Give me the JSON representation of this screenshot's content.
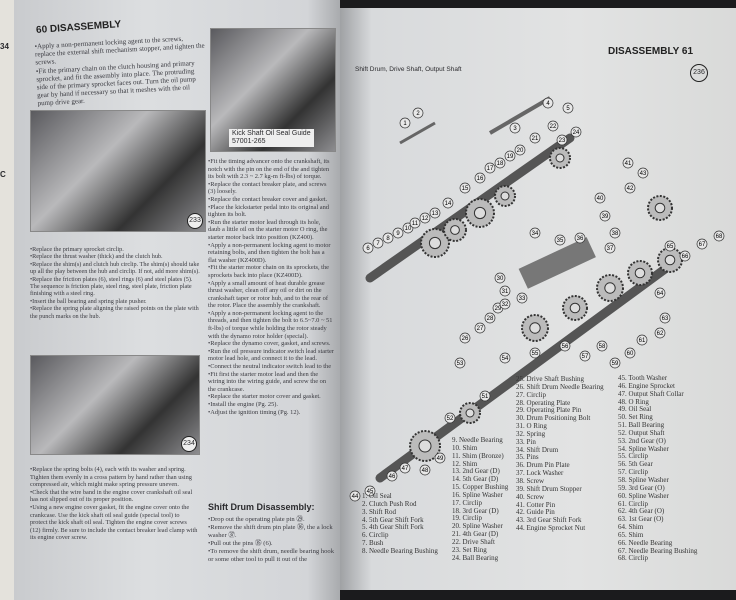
{
  "edge_page": {
    "number": "34",
    "letter": "C"
  },
  "left_page": {
    "header": "60 DISASSEMBLY",
    "intro": [
      "•Apply a non-permanent locking agent to the screws, replace the external shift mechanism stopper, and tighten the screws.",
      "•Fit the primary chain on the clutch housing and primary sprocket, and fit the assembly into place. The protruding side of the primary sprocket faces out. Turn the oil pump gear by hand if necessary so that it meshes with the oil pump drive gear."
    ],
    "photo1_num": "233",
    "photo2_num": "234",
    "photo3_caption": "Kick Shaft Oil Seal Guide",
    "photo3_part": "57001-265",
    "clutch_steps": [
      "•Replace the primary sprocket circlip.",
      "•Replace the thrust washer (thick) and the clutch hub.",
      "•Replace the shim(s) and clutch hub circlip. The shim(s) should take up all the play between the hub and circlip. If not, add more shim(s).",
      "•Replace the friction plates (6), steel rings (6) and steel plates (5). The sequence is friction plate, steel ring, steel plate, friction plate finishing with a steel ring.",
      "•Insert the ball bearing and spring plate pusher.",
      "•Replace the spring plate aligning the raised points on the plate with the punch marks on the hub."
    ],
    "cover_steps": [
      "•Replace the spring bolts (4), each with its washer and spring. Tighten them evenly in a cross pattern by hand rather than using compressed air, which might make spring pressure uneven.",
      "•Check that the wire band in the engine cover crankshaft oil seal has not slipped out of its proper position.",
      "•Using a new engine cover gasket, fit the engine cover onto the crankcase. Use the kick shaft oil seal guide (special tool) to protect the kick shaft oil seal. Tighten the engine cover screws (12) firmly. Be sure to include the contact breaker lead clamp with its engine cover screw."
    ],
    "right_col_steps": [
      "•Fit the timing advancer onto the crankshaft, its notch with the pin on the end of the and tighten its bolt with 2.3 ~ 2.7 kg-m ft-lbs) of torque.",
      "•Replace the contact breaker plate, and screws (3) loosely.",
      "•Replace the contact breaker cover and gasket.",
      "•Place the kickstarter pedal into its original and tighten its bolt.",
      "•Run the starter motor lead through its hole, daub a little oil on the starter motor O ring, the starter motor back into position (KZ400).",
      "•Apply a non-permanent locking agent to motor retaining bolts, and then tighten the bolt has a flat washer (KZ400D).",
      "•Fit the starter motor chain on its sprockets, the sprockets back into place (KZ400D).",
      "•Apply a small amount of heat durable grease thrust washer, clean off any oil or dirt on the crankshaft taper or rotor hub, and to the rear of the rotor. Place the assembly the crankshaft.",
      "•Apply a non-permanent locking agent to the threads, and then tighten the bolt to 6.5~7.0 ~ 51 ft-lbs) of torque while holding the rotor steady with the dynamo rotor holder (special).",
      "•Replace the dynamo cover, gasket, and screws.",
      "•Run the oil pressure indicator switch lead starter motor lead hole, and connect it to the lead.",
      "•Connect the neutral indicator switch lead to the",
      "•Fit first the starter motor lead and then the wiring into the wiring guide, and screw the on the crankcase.",
      "•Replace the starter motor cover and gasket.",
      "•Install the engine (Pg. 25).",
      "•Adjust the ignition timing (Pg. 12)."
    ],
    "shift_heading": "Shift Drum Disassembly:",
    "shift_steps": [
      "•Drop out the operating plate pin ㉙.",
      "•Remove the shift drum pin plate ㊱, the a lock washer ㊲.",
      "•Pull out the pins ㉟ (6).",
      "•To remove the shift drum, needle bearing hook or some other tool to pull it out of the"
    ]
  },
  "right_page": {
    "header": "DISASSEMBLY 61",
    "figure_title": "Shift Drum, Drive Shaft, Output Shaft",
    "figure_num": "236",
    "callouts": [
      "1",
      "2",
      "3",
      "4",
      "5",
      "6",
      "7",
      "8",
      "9",
      "10",
      "11",
      "12",
      "13",
      "14",
      "15",
      "16",
      "17",
      "18",
      "19",
      "20",
      "21",
      "22",
      "23",
      "24",
      "26",
      "27",
      "28",
      "29",
      "30",
      "31",
      "32",
      "33",
      "34",
      "35",
      "36",
      "37",
      "38",
      "39",
      "40",
      "41",
      "42",
      "43",
      "44",
      "45",
      "46",
      "47",
      "48",
      "49",
      "51",
      "52",
      "53",
      "54",
      "55",
      "56",
      "57",
      "58",
      "59",
      "60",
      "61",
      "62",
      "63",
      "64",
      "65",
      "66",
      "67",
      "68"
    ],
    "parts": [
      [
        "1. Oil Seal",
        "2. Clutch Push Rod",
        "3. Shift Rod",
        "4. 5th Gear Shift Fork",
        "5. 4th Gear Shift Fork",
        "6. Circlip",
        "7. Bush",
        "8. Needle Bearing Bushing"
      ],
      [
        "9. Needle Bearing",
        "10. Shim",
        "11. Shim (Bronze)",
        "12. Shim",
        "13. 2nd Gear (D)",
        "14. 5th Gear (D)",
        "15. Copper Bushing",
        "16. Spline Washer",
        "17. Circlip",
        "18. 3rd Gear (D)",
        "19. Circlip",
        "20. Spline Washer",
        "21. 4th Gear (D)",
        "22. Drive Shaft",
        "23. Set Ring",
        "24. Ball Bearing"
      ],
      [
        "25. Drive Shaft Bushing",
        "26. Shift Drum Needle Bearing",
        "27. Circlip",
        "28. Operating Plate",
        "29. Operating Plate Pin",
        "30. Drum Positioning Bolt",
        "31. O Ring",
        "32. Spring",
        "33. Pin",
        "34. Shift Drum",
        "35. Pins",
        "36. Drum Pin Plate",
        "37. Lock Washer",
        "38. Screw",
        "39. Shift Drum Stopper",
        "40. Screw",
        "41. Cotter Pin",
        "42. Guide Pin",
        "43. 3rd Gear Shift Fork",
        "44. Engine Sprocket Nut"
      ],
      [
        "45. Tooth Washer",
        "46. Engine Sprocket",
        "47. Output Shaft Collar",
        "48. O Ring",
        "49. Oil Seal",
        "50. Set Ring",
        "51. Ball Bearing",
        "52. Output Shaft",
        "53. 2nd Gear (O)",
        "54. Spline Washer",
        "55. Circlip",
        "56. 5th Gear",
        "57. Circlip",
        "58. Spline Washer",
        "59. 3rd Gear (O)",
        "60. Spline Washer",
        "61. Circlip",
        "62. 4th Gear (O)",
        "63. 1st Gear (O)",
        "64. Shim",
        "65. Shim",
        "66. Needle Bearing",
        "67. Needle Bearing Bushing",
        "68. Circlip"
      ]
    ]
  }
}
